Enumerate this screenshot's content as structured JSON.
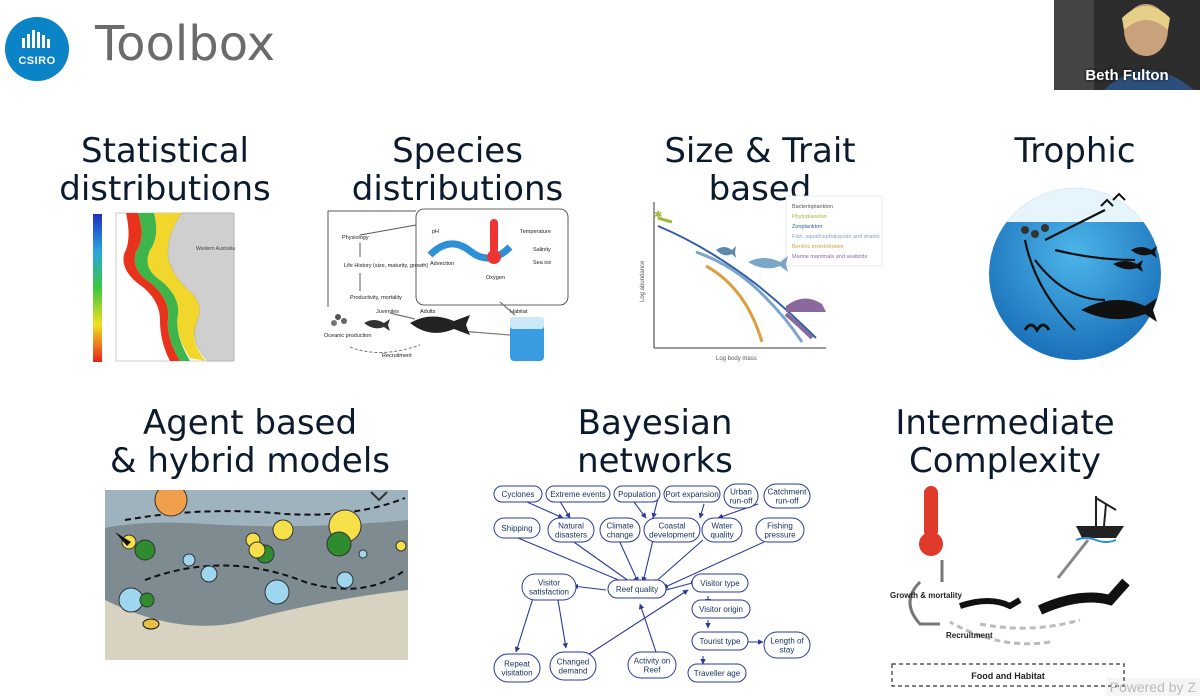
{
  "slide": {
    "title": "Toolbox",
    "logo_text": "CSIRO",
    "presenter_name": "Beth Fulton",
    "powered_by": "Powered by Z"
  },
  "panels": {
    "statistical": {
      "heading_line1": "Statistical",
      "heading_line2": "distributions",
      "map_label": "Western Australia"
    },
    "species": {
      "heading_line1": "Species",
      "heading_line2": "distributions",
      "labels": {
        "physiology": "Physiology",
        "life_history": "Life History (size, maturity, growth)",
        "productivity": "Productivity, mortality",
        "juveniles": "Juveniles",
        "adults": "Adults",
        "oceanic": "Oceanic production",
        "recruitment": "Recruitment",
        "habitat": "Habitat",
        "ph": "pH",
        "temperature": "Temperature",
        "salinity": "Salinity",
        "sea_ice": "Sea ice",
        "advection": "Advection",
        "oxygen": "Oxygen"
      }
    },
    "size_trait": {
      "heading_line1": "Size & Trait",
      "heading_line2": "based",
      "xlabel": "Log body mass",
      "ylabel": "Log abundance",
      "legend": [
        {
          "label": "Bacterioplankton",
          "color": "#555555"
        },
        {
          "label": "Phytoplankton",
          "color": "#9dbb3a"
        },
        {
          "label": "Zooplankton",
          "color": "#2f5ea8"
        },
        {
          "label": "Fish, squid/cephalopods and sharks",
          "color": "#7aa6c9"
        },
        {
          "label": "Benthic invertebrates",
          "color": "#d8a040"
        },
        {
          "label": "Marine mammals and seabirds",
          "color": "#8a6a9e"
        }
      ]
    },
    "trophic": {
      "heading": "Trophic"
    },
    "agent": {
      "heading_line1": "Agent based",
      "heading_line2": "& hybrid models"
    },
    "bayesian": {
      "heading_line1": "Bayesian",
      "heading_line2": "networks",
      "nodes": {
        "cyclones": "Cyclones",
        "extreme": "Extreme events",
        "population": "Population",
        "port": "Port expansion",
        "urban1": "Urban",
        "urban2": "run-off",
        "catch1": "Catchment",
        "catch2": "run-off",
        "shipping": "Shipping",
        "natural1": "Natural",
        "natural2": "disasters",
        "climate1": "Climate",
        "climate2": "change",
        "coastal1": "Coastal",
        "coastal2": "development",
        "water1": "Water",
        "water2": "quality",
        "fishing1": "Fishing",
        "fishing2": "pressure",
        "visitor_sat1": "Visitor",
        "visitor_sat2": "satisfaction",
        "reef": "Reef quality",
        "visitor_type": "Visitor type",
        "visitor_origin": "Visitor origin",
        "tourist": "Tourist type",
        "length1": "Length of",
        "length2": "stay",
        "repeat1": "Repeat",
        "repeat2": "visitation",
        "changed1": "Changed",
        "changed2": "demand",
        "activity1": "Activity on",
        "activity2": "Reef",
        "traveller": "Traveller age"
      }
    },
    "intermediate": {
      "heading_line1": "Intermediate",
      "heading_line2": "Complexity",
      "growth": "Growth & mortality",
      "recruitment": "Recruitment",
      "food": "Food and Habitat"
    }
  }
}
